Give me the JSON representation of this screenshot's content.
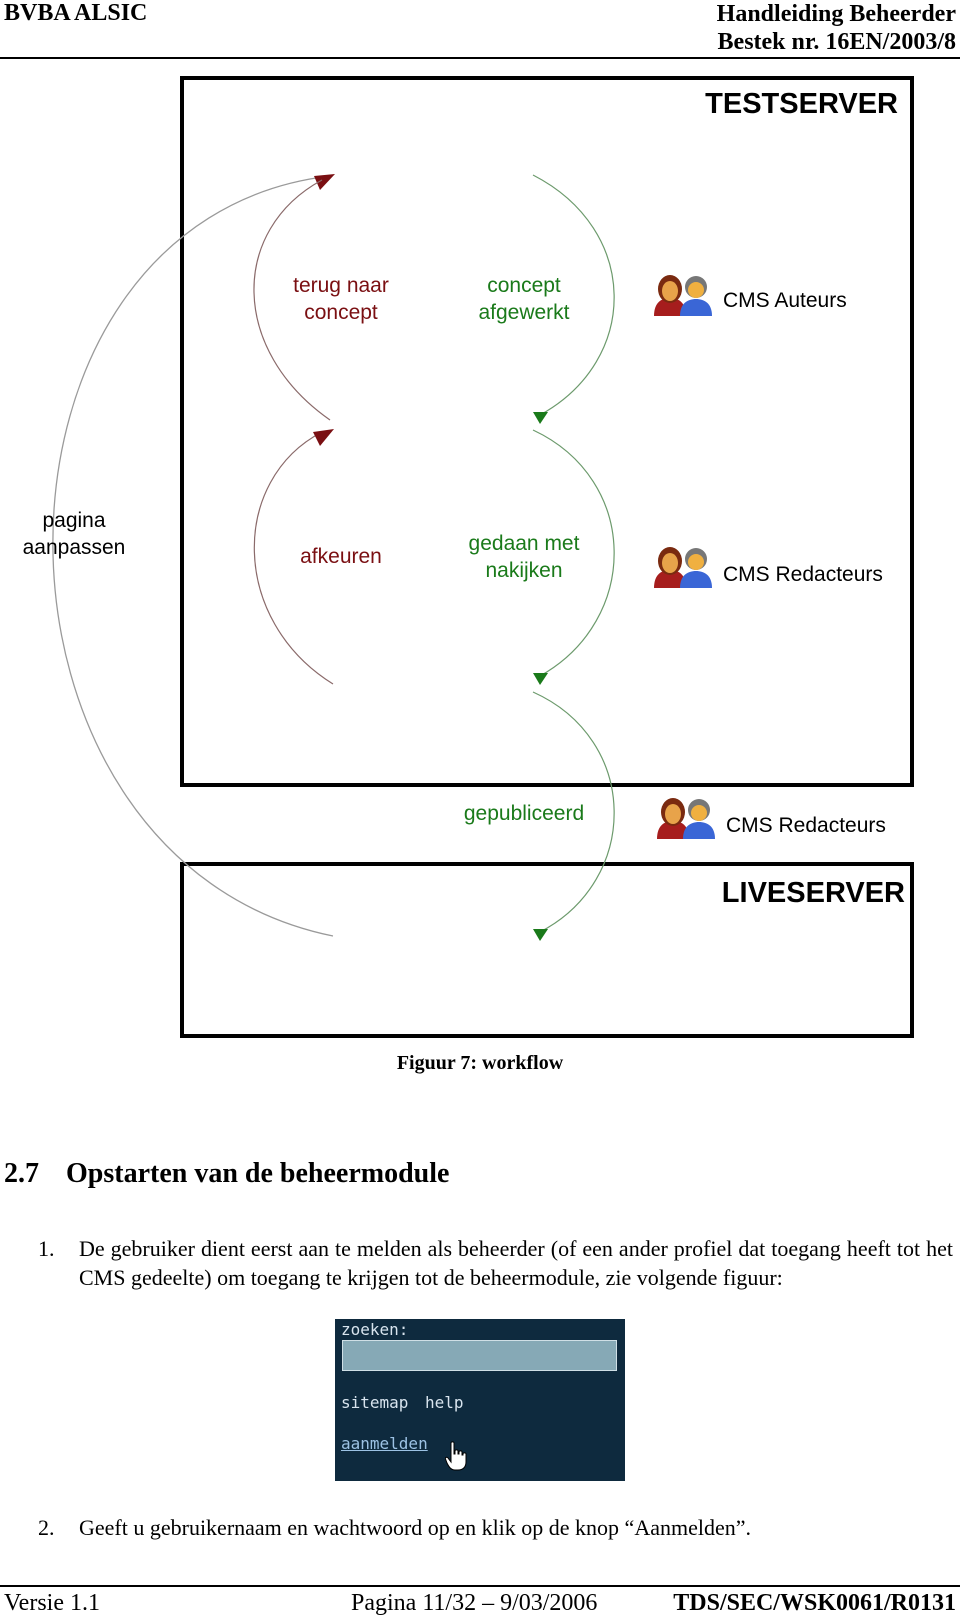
{
  "header": {
    "company": "BVBA ALSIC",
    "doc_title": "Handleiding Beheerder",
    "bestek": "Bestek nr. 16EN/2003/8"
  },
  "diagram": {
    "testserver_label": "TESTSERVER",
    "liveserver_label": "LIVESERVER",
    "states": {
      "terug_naar_concept": [
        "terug naar",
        "concept"
      ],
      "concept_afgewerkt": [
        "concept",
        "afgewerkt"
      ],
      "pagina_aanpassen": [
        "pagina",
        "aanpassen"
      ],
      "afkeuren": "afkeuren",
      "gedaan_met_nakijken": [
        "gedaan met",
        "nakijken"
      ],
      "gepubliceerd": "gepubliceerd"
    },
    "roles": {
      "auteurs": "CMS Auteurs",
      "redacteurs_1": "CMS Redacteurs",
      "redacteurs_2": "CMS Redacteurs"
    },
    "colors": {
      "reject": "#7a0f12",
      "approve": "#1a7a1a",
      "line_gray": "#9a9a9a"
    }
  },
  "figure_caption": "Figuur 7: workflow",
  "section": {
    "number": "2.7",
    "title": "Opstarten van de beheermodule"
  },
  "steps": [
    {
      "num": "1.",
      "text": "De gebruiker dient eerst aan te melden als beheerder (of een ander profiel dat toegang heeft tot het CMS gedeelte) om toegang te krijgen tot de beheermodule, zie volgende figuur:"
    },
    {
      "num": "2.",
      "text": "Geeft u gebruikernaam en wachtwoord op en klik op de knop “Aanmelden”."
    }
  ],
  "cms_screenshot": {
    "search_label": "zoeken:",
    "search_value": "",
    "sitemap_link": "sitemap",
    "help_link": "help",
    "login_link": "aanmelden",
    "cursor_icon": "hand-pointer-icon"
  },
  "footer": {
    "version": "Versie 1.1",
    "page": "Pagina 11/32 – 9/03/2006",
    "reference": "TDS/SEC/WSK0061/R0131"
  }
}
